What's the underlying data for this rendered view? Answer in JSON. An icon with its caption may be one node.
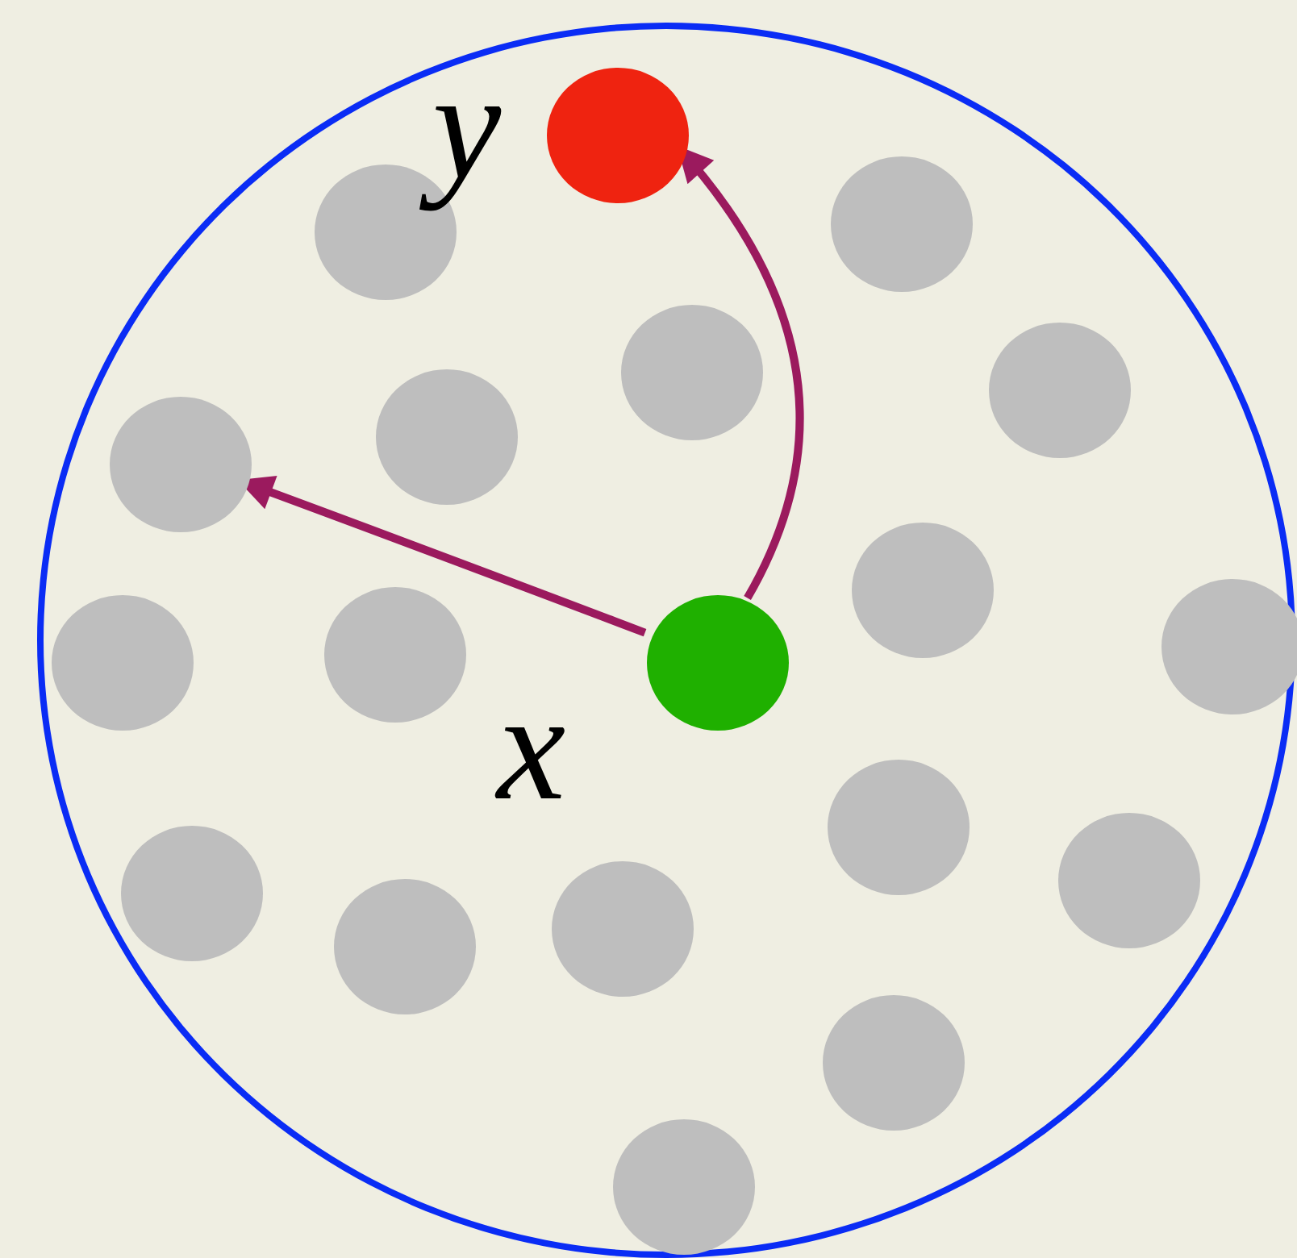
{
  "diagram": {
    "nodes": [
      {
        "text": [],
        "shape": "circle"
      },
      {
        "text": [],
        "shape": "circle",
        "beside": [
          "y"
        ],
        "in": 0
      },
      {
        "text": [],
        "shape": "circle",
        "in": 0
      },
      {
        "text": [],
        "shape": "circle",
        "in": 0
      },
      {
        "text": [],
        "shape": "circle",
        "in": 0
      },
      {
        "text": [],
        "shape": "circle",
        "in": 0
      },
      {
        "text": [],
        "shape": "circle",
        "in": 0
      },
      {
        "text": [],
        "shape": "circle",
        "in": 0
      },
      {
        "text": [],
        "shape": "circle",
        "in": 0
      },
      {
        "text": [],
        "shape": "circle",
        "in": 0
      },
      {
        "text": [],
        "shape": "circle",
        "in": 0
      },
      {
        "text": [],
        "shape": "circle",
        "beside": [
          "x"
        ],
        "in": 0
      },
      {
        "text": [],
        "shape": "circle",
        "in": 0
      },
      {
        "text": [],
        "shape": "circle",
        "in": 0
      },
      {
        "text": [],
        "shape": "circle",
        "in": 0
      },
      {
        "text": [],
        "shape": "circle",
        "in": 0
      },
      {
        "text": [],
        "shape": "circle",
        "in": 0
      },
      {
        "text": [],
        "shape": "circle",
        "in": 0
      },
      {
        "text": [],
        "shape": "circle",
        "in": 0
      },
      {
        "text": [],
        "shape": "circle",
        "in": 0
      }
    ],
    "edges": [
      {
        "from": 11,
        "to": 1,
        "arrow": "to",
        "color": "#9b1a5e"
      },
      {
        "from": 11,
        "to": 7,
        "arrow": "to",
        "color": "#9b1a5e"
      }
    ]
  }
}
